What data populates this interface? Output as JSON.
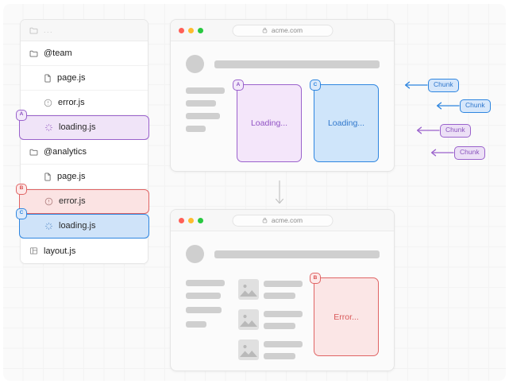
{
  "filetree": {
    "header": {
      "icon": "folder-icon",
      "label": "..."
    },
    "rows": [
      {
        "label": "@team",
        "icon": "folder-icon",
        "indent": 0,
        "highlight": null,
        "badge": null
      },
      {
        "label": "page.js",
        "icon": "file-icon",
        "indent": 1,
        "highlight": null,
        "badge": null
      },
      {
        "label": "error.js",
        "icon": "alert-circle-icon",
        "indent": 1,
        "highlight": null,
        "badge": null
      },
      {
        "label": "loading.js",
        "icon": "spinner-icon",
        "indent": 1,
        "highlight": "purple",
        "badge": "A"
      },
      {
        "label": "@analytics",
        "icon": "folder-icon",
        "indent": 0,
        "highlight": null,
        "badge": null
      },
      {
        "label": "page.js",
        "icon": "file-icon",
        "indent": 1,
        "highlight": null,
        "badge": null
      },
      {
        "label": "error.js",
        "icon": "alert-circle-icon",
        "indent": 1,
        "highlight": "red",
        "badge": "B"
      },
      {
        "label": "loading.js",
        "icon": "spinner-icon",
        "indent": 1,
        "highlight": "blue",
        "badge": "C"
      },
      {
        "label": "layout.js",
        "icon": "layout-icon",
        "indent": 0,
        "highlight": null,
        "badge": null
      }
    ]
  },
  "browser_top": {
    "url": "acme.com",
    "lock_icon": "lock-icon",
    "traffic_lights": [
      "#ff5f57",
      "#febc2e",
      "#28c840"
    ],
    "panels": [
      {
        "label": "Loading...",
        "color": "purple",
        "badge": "A"
      },
      {
        "label": "Loading...",
        "color": "blue",
        "badge": "C"
      }
    ]
  },
  "browser_bottom": {
    "url": "acme.com",
    "lock_icon": "lock-icon",
    "traffic_lights": [
      "#ff5f57",
      "#febc2e",
      "#28c840"
    ],
    "panels": [
      {
        "label": "Error...",
        "color": "red",
        "badge": "B"
      }
    ]
  },
  "flow": {
    "arrow_icon": "arrow-down-icon"
  },
  "chunks": [
    {
      "label": "Chunk",
      "color": "blue"
    },
    {
      "label": "Chunk",
      "color": "blue"
    },
    {
      "label": "Chunk",
      "color": "purple"
    },
    {
      "label": "Chunk",
      "color": "purple"
    }
  ],
  "colors": {
    "purple": "#9a62cc",
    "blue": "#2f86e0",
    "red": "#e06464",
    "skeleton": "#cfcfcf",
    "canvas": "#fafafa"
  }
}
